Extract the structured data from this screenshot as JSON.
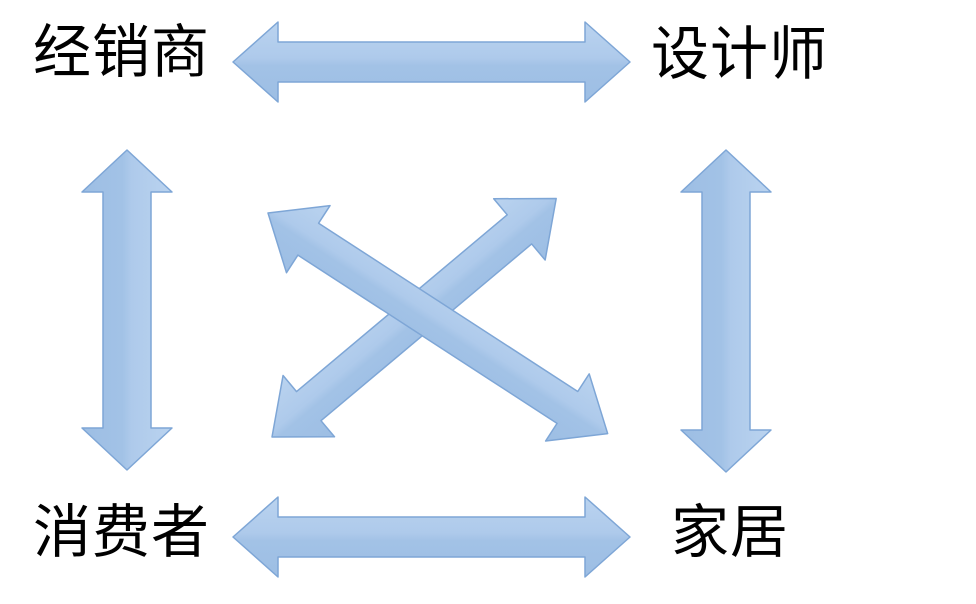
{
  "diagram": {
    "title": "",
    "nodes": {
      "dealer": {
        "label": "经销商"
      },
      "designer": {
        "label": "设计师"
      },
      "consumer": {
        "label": "消费者"
      },
      "home": {
        "label": "家居"
      }
    },
    "relationships": [
      {
        "from": "经销商",
        "to": "设计师",
        "type": "bidirectional"
      },
      {
        "from": "经销商",
        "to": "消费者",
        "type": "bidirectional"
      },
      {
        "from": "设计师",
        "to": "家居",
        "type": "bidirectional"
      },
      {
        "from": "消费者",
        "to": "家居",
        "type": "bidirectional"
      },
      {
        "from": "消费者",
        "to": "设计师",
        "type": "bidirectional"
      },
      {
        "from": "经销商",
        "to": "家居",
        "type": "bidirectional"
      }
    ],
    "colors": {
      "background": "#FFFFFF",
      "text": "#000000",
      "arrow_fill_light": "#BAD3EF",
      "arrow_fill_mid_top": "#AECAEB",
      "arrow_fill_mid_bottom": "#A2C2E6",
      "arrow_fill_dark": "#9DBEE4",
      "arrow_border": "#7EA6D6"
    }
  }
}
